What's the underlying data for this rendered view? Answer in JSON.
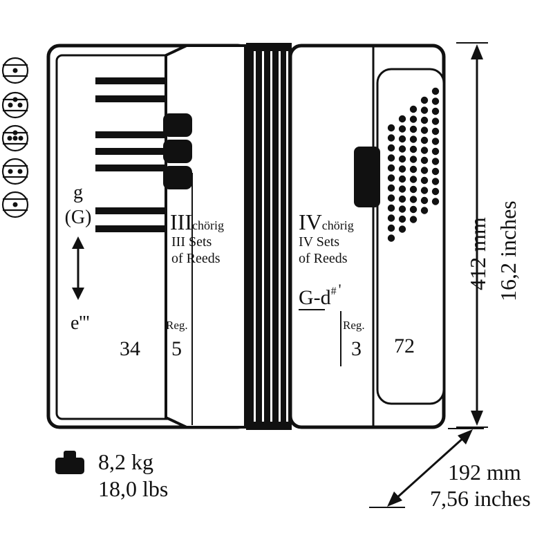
{
  "colors": {
    "ink": "#111111",
    "background": "#ffffff"
  },
  "register_icons": [
    "register-1-dot-center",
    "register-2-dots",
    "register-3-dots",
    "register-4-dots",
    "register-3-dots-spread"
  ],
  "treble": {
    "range_top": "g",
    "range_top_alt": "(G)",
    "range_bottom": "e'''",
    "chorig_roman": "III",
    "chorig_suffix": "chörig",
    "sets_line1": "III Sets",
    "sets_line2": "of Reeds",
    "keys_count": "34",
    "reg_label": "Reg.",
    "reg_count": "5"
  },
  "bass": {
    "chorig_roman": "IV",
    "chorig_suffix": "chörig",
    "sets_line1": "IV Sets",
    "sets_line2": "of Reeds",
    "range_start": "G",
    "range_dash": "-d",
    "range_sharp": "#",
    "range_mark": "'",
    "reg_label": "Reg.",
    "reg_count": "3",
    "buttons_count": "72"
  },
  "dimensions": {
    "height_mm": "412 mm",
    "height_in": "16,2 inches",
    "depth_mm": "192 mm",
    "depth_in": "7,56 inches"
  },
  "weight": {
    "kg": "8,2 kg",
    "lbs": "18,0 lbs",
    "icon": "weight-icon"
  }
}
